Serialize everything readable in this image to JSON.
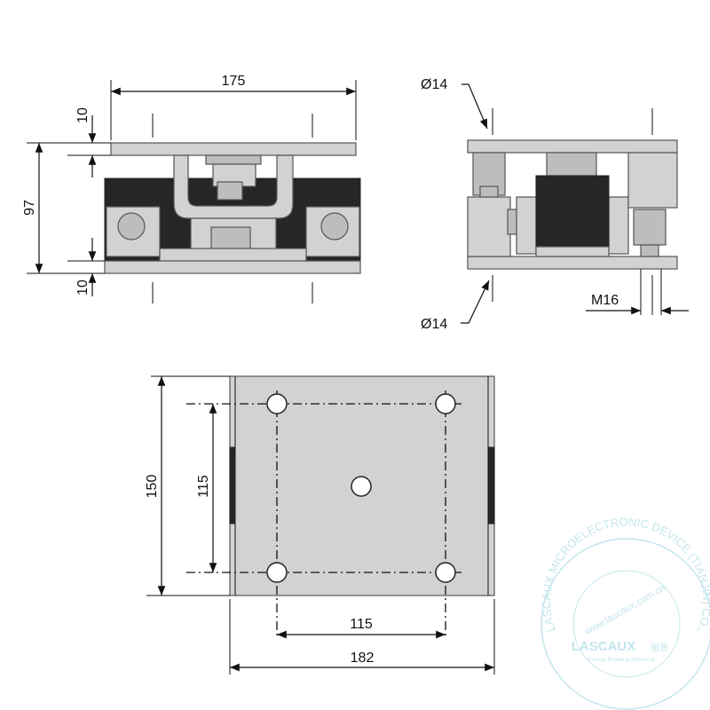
{
  "dimensions": {
    "front_width": "175",
    "front_height": "97",
    "front_top_plate": "10",
    "front_bottom_plate": "10",
    "side_top_hole": "Ø14",
    "side_bottom_hole": "Ø14",
    "side_thread": "M16",
    "plan_height": "150",
    "plan_hole_vertical": "115",
    "plan_hole_horizontal": "115",
    "plan_width": "182"
  },
  "watermark": {
    "ring_text": "LASCAUX MICROELECTRONIC DEVICE (TIANJIN) CO.,LTD.",
    "url": "www.lascaux.com.cn",
    "brand": "LASCAUX",
    "brand_cn": "丽景",
    "tagline": "Precise flexible professional"
  },
  "colors": {
    "line": "#111111",
    "plate": "#d2d2d2",
    "rubber": "#262626",
    "watermark": "#bfe3ec"
  }
}
